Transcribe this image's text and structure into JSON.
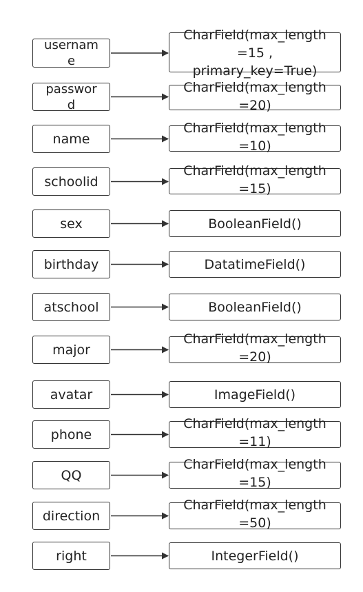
{
  "rows": [
    {
      "field": "usernam\ne",
      "type": "CharField(max_length\n=15 ,\nprimary_key=True)"
    },
    {
      "field": "passwor\nd",
      "type": "CharField(max_length\n=20)"
    },
    {
      "field": "name",
      "type": "CharField(max_length\n=10)"
    },
    {
      "field": "schoolid",
      "type": "CharField(max_length\n=15)"
    },
    {
      "field": "sex",
      "type": "BooleanField()"
    },
    {
      "field": "birthday",
      "type": "DatatimeField()"
    },
    {
      "field": "atschool",
      "type": "BooleanField()"
    },
    {
      "field": "major",
      "type": "CharField(max_length\n=20)"
    },
    {
      "field": "avatar",
      "type": "ImageField()"
    },
    {
      "field": "phone",
      "type": "CharField(max_length\n=11)"
    },
    {
      "field": "QQ",
      "type": "CharField(max_length\n=15)"
    },
    {
      "field": "direction",
      "type": "CharField(max_length\n=50)"
    },
    {
      "field": "right",
      "type": "IntegerField()"
    }
  ],
  "colors": {
    "stroke": "#333333",
    "text": "#222222",
    "background": "#ffffff"
  }
}
